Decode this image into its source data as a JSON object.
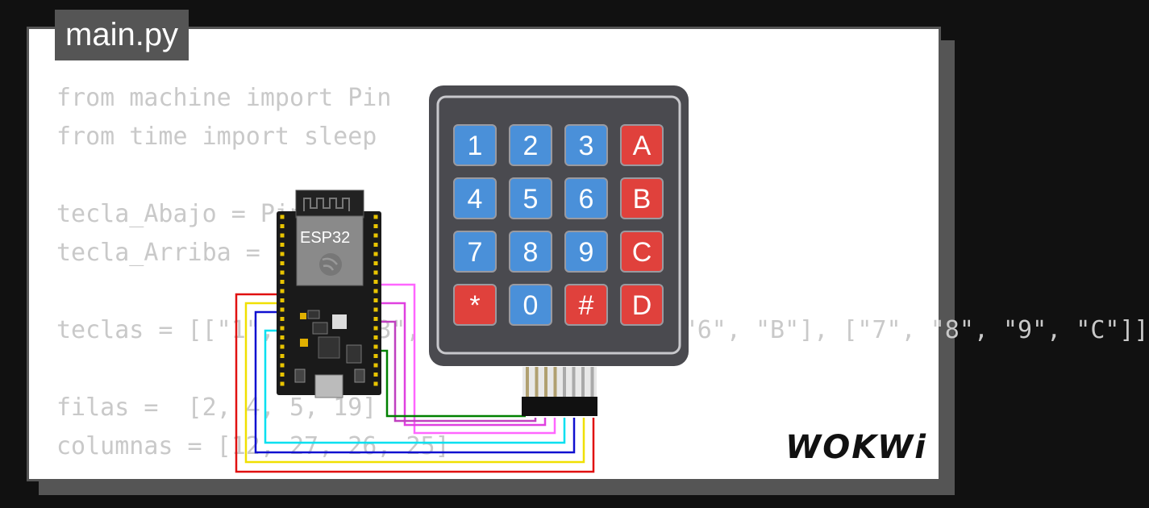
{
  "file_tab": "main.py",
  "code_lines": [
    "from machine import Pin",
    "from time import sleep",
    "",
    "tecla_Abajo = Pin(1)",
    "tecla_Arriba = Pin(0)",
    "",
    "teclas = [[\"1\", \"2\", \"3\", \"A\"], [\"4\", \"5\", \"6\", \"B\"], [\"7\", \"8\", \"9\", \"C\"]]",
    "",
    "filas =  [2, 4, 5, 19]",
    "columnas = [12, 27, 26, 25]"
  ],
  "esp32": {
    "label": "ESP32"
  },
  "keypad": {
    "keys": [
      [
        "1",
        "2",
        "3",
        "A"
      ],
      [
        "4",
        "5",
        "6",
        "B"
      ],
      [
        "7",
        "8",
        "9",
        "C"
      ],
      [
        "*",
        "0",
        "#",
        "D"
      ]
    ],
    "colors": {
      "blue_key": "#4a90d9",
      "red_key": "#e0413c",
      "body": "#4a4a4f"
    }
  },
  "wire_colors": [
    "#e01010",
    "#f0e000",
    "#1010d0",
    "#00e0f0",
    "#ff66ff",
    "#e040e0",
    "#008000"
  ],
  "brand": {
    "logo": "WOKWi"
  }
}
